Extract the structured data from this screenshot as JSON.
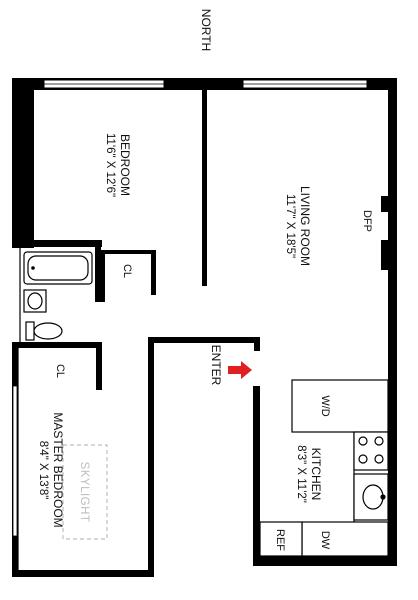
{
  "compass": {
    "north": "NORTH"
  },
  "rooms": {
    "bedroom": {
      "name": "BEDROOM",
      "dims": "11'6\" X 12'6\""
    },
    "living_room": {
      "name": "LIVING ROOM",
      "dims": "11'7\" X 18'5\""
    },
    "master_bedroom": {
      "name": "MASTER BEDROOM",
      "dims": "8'4\" X 13'8\""
    },
    "kitchen": {
      "name": "KITCHEN",
      "dims": "8'3\" X 11'2\""
    }
  },
  "labels": {
    "dfp": "DFP",
    "closet_1": "CL",
    "closet_2": "CL",
    "enter": "ENTER",
    "washer_dryer": "W/D",
    "dishwasher": "DW",
    "refrigerator": "REF",
    "skylight": "SKYLIGHT"
  },
  "colors": {
    "wall": "#000000",
    "entry_arrow": "#e02020",
    "skylight": "#bdbdbd"
  }
}
